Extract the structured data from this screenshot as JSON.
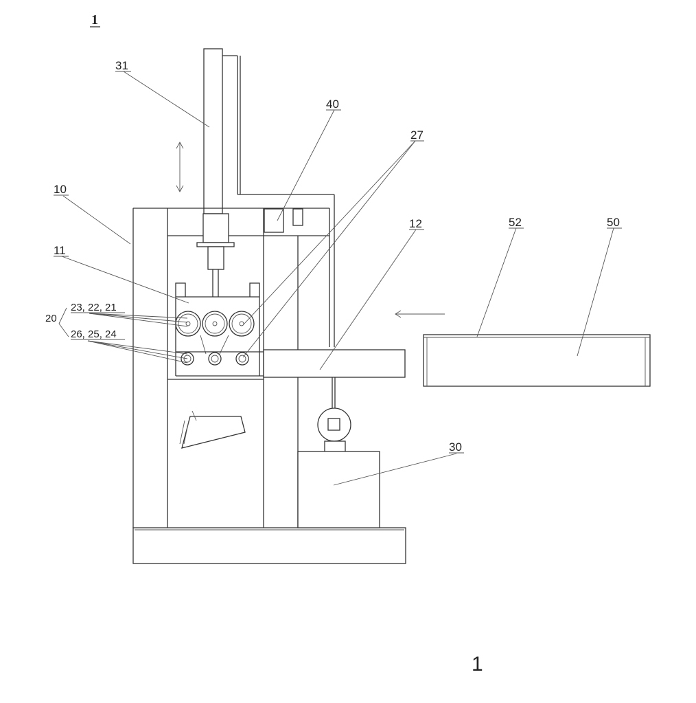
{
  "figure": {
    "number": "1",
    "page_number": "1"
  },
  "labels": {
    "l31": "31",
    "l40": "40",
    "l27": "27",
    "l10": "10",
    "l12": "12",
    "l52": "52",
    "l50": "50",
    "l11": "11",
    "l20": "20",
    "l23_22_21": "23, 22, 21",
    "l26_25_24": "26, 25, 24",
    "l30": "30"
  }
}
